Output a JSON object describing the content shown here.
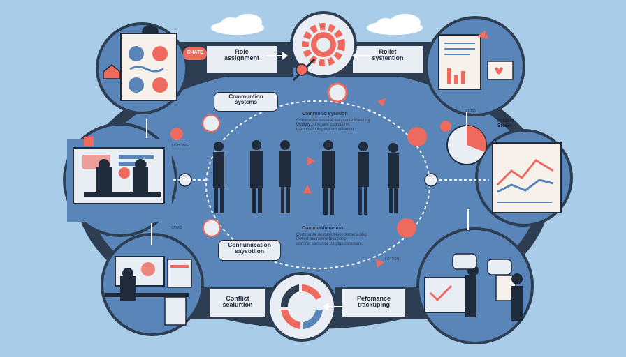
{
  "labels": {
    "role_assignment": "Role\nassignment",
    "chate_tag": "CHATE",
    "project_system": "Rollet\nsystention",
    "communication_systems": "Communtion\nsystems",
    "confluncation": "Confluniication\nsaysotlion",
    "conflict_resolution": "Conflict\nseaiurtion",
    "performance_tracking": "Pefomance\ntrackuping",
    "project_steam": "Project\nSteam",
    "center_top_title": "Comrnerio sysetion",
    "center_top_body": "Commoshe svsseak salysunte iiselsting\nDeplyty conenare cuansainn,\nmedunatinting.toreant steaninu.",
    "center_bottom_title": "Communfieneiion",
    "center_bottom_body": "Commaste aestasn blson tranersloing\nRolept peursoine lecichlinp\norimirer sanstnoe tringigs comment.",
    "tiny_left_1": "LIGHTING",
    "tiny_left_2": "COMO",
    "tiny_right_1": "LIFTING",
    "tiny_right_2": "LOTTON"
  },
  "colors": {
    "background": "#a9cde8",
    "ring_dark": "#2d3d52",
    "panel_blue": "#5a85b9",
    "accent_coral": "#ef6a5e",
    "pill_light": "#e9eef5"
  }
}
